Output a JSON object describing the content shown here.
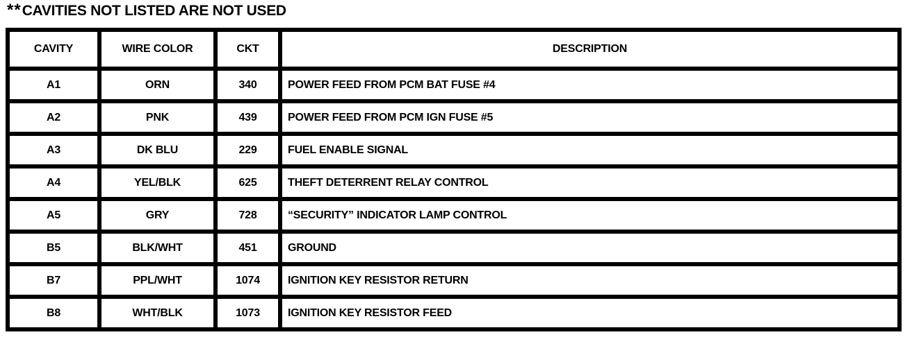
{
  "note": {
    "prefix": "**",
    "text": "CAVITIES NOT LISTED ARE NOT USED"
  },
  "table": {
    "headers": {
      "cavity": "CAVITY",
      "wire_color": "WIRE COLOR",
      "ckt": "CKT",
      "description": "DESCRIPTION"
    },
    "rows": [
      {
        "cavity": "A1",
        "wire_color": "ORN",
        "ckt": "340",
        "description": "POWER FEED FROM PCM BAT FUSE #4"
      },
      {
        "cavity": "A2",
        "wire_color": "PNK",
        "ckt": "439",
        "description": "POWER FEED FROM PCM IGN FUSE #5"
      },
      {
        "cavity": "A3",
        "wire_color": "DK BLU",
        "ckt": "229",
        "description": "FUEL ENABLE SIGNAL"
      },
      {
        "cavity": "A4",
        "wire_color": "YEL/BLK",
        "ckt": "625",
        "description": "THEFT DETERRENT RELAY CONTROL"
      },
      {
        "cavity": "A5",
        "wire_color": "GRY",
        "ckt": "728",
        "description": "“SECURITY” INDICATOR LAMP CONTROL"
      },
      {
        "cavity": "B5",
        "wire_color": "BLK/WHT",
        "ckt": "451",
        "description": "GROUND"
      },
      {
        "cavity": "B7",
        "wire_color": "PPL/WHT",
        "ckt": "1074",
        "description": "IGNITION KEY RESISTOR RETURN"
      },
      {
        "cavity": "B8",
        "wire_color": "WHT/BLK",
        "ckt": "1073",
        "description": "IGNITION KEY RESISTOR FEED"
      }
    ]
  },
  "colors": {
    "ink": "#000000",
    "paper": "#ffffff"
  }
}
